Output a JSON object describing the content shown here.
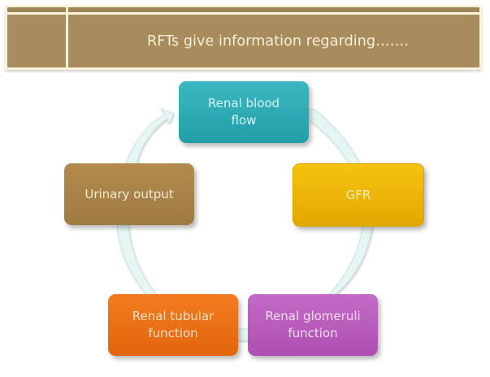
{
  "header": {
    "title": "RFTs give information regarding……."
  },
  "diagram": {
    "type": "cycle",
    "nodes": [
      {
        "id": "renal-blood-flow",
        "label": "Renal blood\nflow",
        "color": "#2aa9b4"
      },
      {
        "id": "gfr",
        "label": "GFR",
        "color": "#efb709"
      },
      {
        "id": "renal-glomeruli-function",
        "label": "Renal glomeruli\nfunction",
        "color": "#b95bbb"
      },
      {
        "id": "renal-tubular-function",
        "label": "Renal tubular\nfunction",
        "color": "#ec7016"
      },
      {
        "id": "urinary-output",
        "label": "Urinary output",
        "color": "#a98349"
      }
    ],
    "edges": [
      {
        "from": "renal-blood-flow",
        "to": "gfr"
      },
      {
        "from": "gfr",
        "to": "renal-glomeruli-function"
      },
      {
        "from": "renal-glomeruli-function",
        "to": "renal-tubular-function"
      },
      {
        "from": "renal-tubular-function",
        "to": "urinary-output"
      },
      {
        "from": "urinary-output",
        "to": "renal-blood-flow"
      }
    ],
    "arrow_color": "#e6f6f5"
  }
}
